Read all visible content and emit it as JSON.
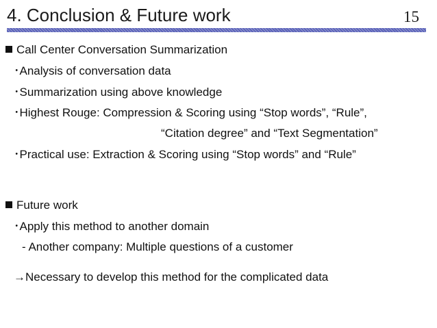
{
  "slide": {
    "title": "4. Conclusion & Future work",
    "page_number": "15",
    "accent_color": "#5b63b9"
  },
  "section1": {
    "heading": "Call Center Conversation Summarization",
    "bullets": [
      "･Analysis of conversation data",
      "･Summarization using above knowledge",
      "･Highest Rouge: Compression & Scoring using “Stop words”, “Rule”,",
      "“Citation degree” and “Text Segmentation”",
      "･Practical use: Extraction & Scoring using “Stop words” and “Rule”"
    ]
  },
  "section2": {
    "heading": "Future work",
    "bullets": [
      "･Apply this method to another domain",
      "- Another company: Multiple questions of a customer",
      "→Necessary to develop this method for the complicated data"
    ]
  }
}
